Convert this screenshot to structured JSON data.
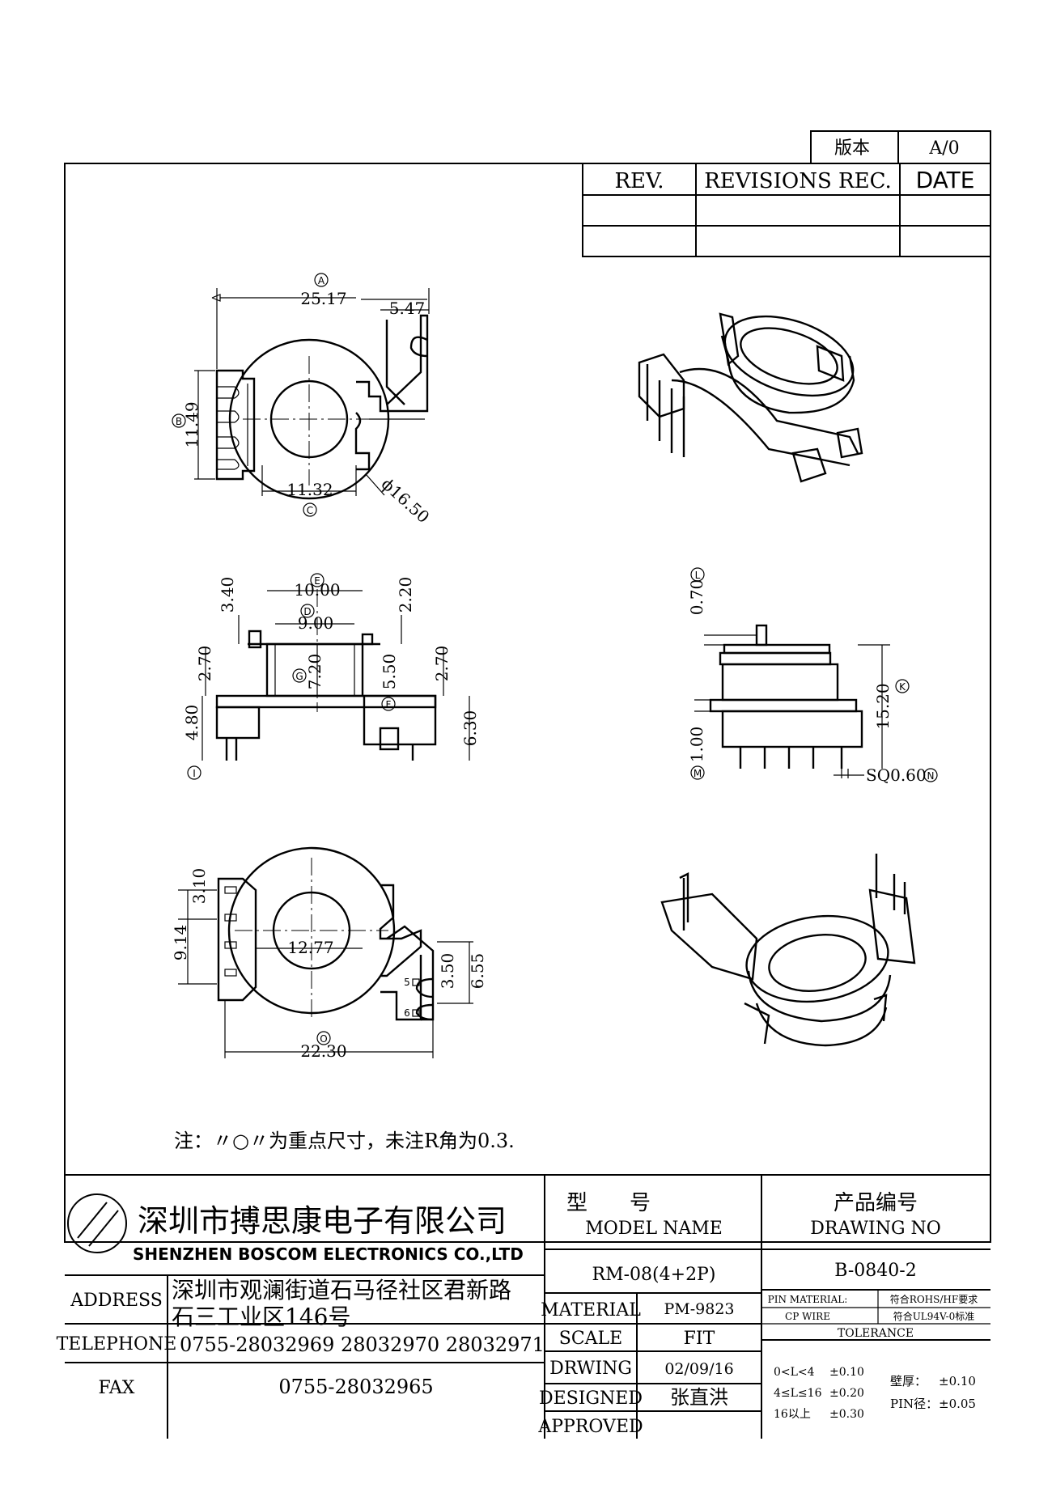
{
  "revision_box": {
    "version_label": "版本",
    "version_value": "A/0"
  },
  "revision_table": {
    "headers": [
      "REV.",
      "REVISIONS REC.",
      "DATE"
    ]
  },
  "view_top": {
    "dims": {
      "A_width": "25.17",
      "offset": "5.47",
      "B_height": "11.49",
      "C_width": "11.32",
      "diameter": "ϕ16.50"
    },
    "markers": [
      "A",
      "B",
      "C"
    ]
  },
  "view_front": {
    "dims": {
      "E": "10.00",
      "D": "9.00",
      "h1": "3.40",
      "h2": "2.20",
      "h3": "2.70",
      "h4": "2.70",
      "G": "7.20",
      "F": "5.50",
      "I": "4.80",
      "pin": "6.30"
    },
    "markers": [
      "E",
      "D",
      "G",
      "F",
      "I"
    ]
  },
  "view_side": {
    "dims": {
      "L": "0.70",
      "K": "15.20",
      "M": "1.00",
      "N": "SQ0.60"
    },
    "markers": [
      "L",
      "K",
      "M",
      "N"
    ]
  },
  "view_bottom": {
    "dims": {
      "a": "3.10",
      "b": "9.14",
      "c": "12.77",
      "d": "3.50",
      "e": "6.55",
      "O": "22.30"
    },
    "pins": [
      "5",
      "6"
    ],
    "markers": [
      "O"
    ]
  },
  "note": "注：〃○〃为重点尺寸，未注R角为0.3.",
  "company": {
    "name_cn": "深圳市搏思康电子有限公司",
    "name_en": "SHENZHEN BOSCOM ELECTRONICS CO.,LTD"
  },
  "title_block": {
    "model_label_cn": "型　　号",
    "model_label_en": "MODEL NAME",
    "model_value": "RM-08(4+2P)",
    "drawing_label_cn": "产品编号",
    "drawing_label_en": "DRAWING NO",
    "drawing_value": "B-0840-2",
    "address_label": "ADDRESS",
    "address_line1": "深圳市观澜街道石马径社区君新路",
    "address_line2": "石三工业区146号",
    "telephone_label": "TELEPHONE",
    "telephone_value": "0755-28032969 28032970 28032971",
    "fax_label": "FAX",
    "fax_value": "0755-28032965",
    "material_label": "MATERIAL",
    "material_value": "PM-9823",
    "scale_label": "SCALE",
    "scale_value": "FIT",
    "drawing_date_label": "DRWING",
    "drawing_date_value": "02/09/16",
    "designed_label": "DESIGNED",
    "designed_value": "张直洪",
    "approved_label": "APPROVED",
    "approved_value": "",
    "pin_material_label": "PIN MATERIAL:",
    "pin_material_value": "符合ROHS/HF要求",
    "cp_wire_label": "CP WIRE",
    "cp_wire_value": "符合UL94V-0标准",
    "tolerance_label": "TOLERANCE",
    "tol_rows": [
      {
        "range": "0<L<4",
        "value": "±0.10"
      },
      {
        "range": "4≤L≤16",
        "value": "±0.20"
      },
      {
        "range": "16以上",
        "value": "±0.30"
      }
    ],
    "wall_label": "壁厚：",
    "wall_value": "±0.10",
    "pin_dia_label": "PIN径：",
    "pin_dia_value": "±0.05"
  }
}
